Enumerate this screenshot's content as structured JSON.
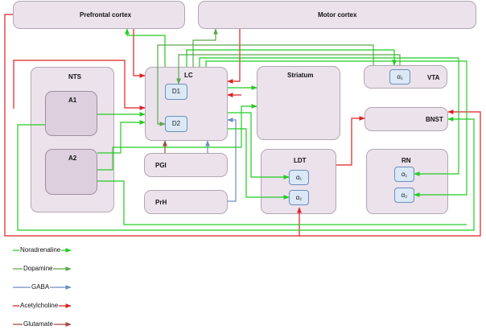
{
  "regions": {
    "prefrontal": "Prefrontal cortex",
    "motor": "Motor cortex",
    "nts": "NTS",
    "a1": "A1",
    "a2": "A2",
    "lc": "LC",
    "d1": "D1",
    "d2": "D2",
    "pgi": "PGI",
    "prh": "PrH",
    "striatum": "Striatum",
    "vta": "VTA",
    "vta_a1": "α₁",
    "bnst": "BNST",
    "ldt": "LDT",
    "ldt_a1": "α₁",
    "ldt_a2": "α₂",
    "rn": "RN",
    "rn_a1": "α₁",
    "rn_a2": "α₂"
  },
  "legend": [
    {
      "label": "Noradrenaline",
      "color": "#22cc22"
    },
    {
      "label": "Dopamine",
      "color": "#5aa84a"
    },
    {
      "label": "GABA",
      "color": "#6c8ebf"
    },
    {
      "label": "Acetylcholine",
      "color": "#dd2222"
    },
    {
      "label": "Glutamate",
      "color": "#a0473a"
    }
  ],
  "colors": {
    "noradrenaline": "#22cc22",
    "dopamine": "#5aa84a",
    "gaba": "#6c8ebf",
    "acetylcholine": "#dd2222",
    "glutamate": "#a0473a"
  }
}
